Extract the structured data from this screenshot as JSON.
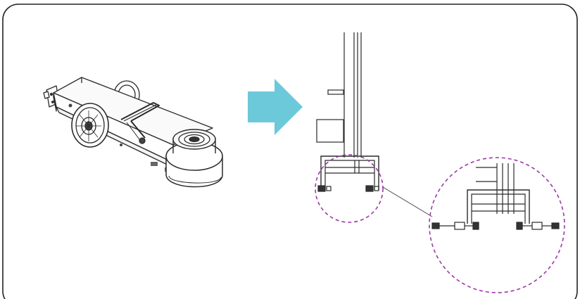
{
  "figure": {
    "frame_color": "#222222",
    "line_color": "#2a2a2a",
    "arrow_color": "#6cc9da",
    "callout_color": "#9b3aa6",
    "callout_style": "dashed",
    "icons": [
      "machine-base-illustration",
      "right-arrow-icon",
      "frame-side-view",
      "callout-circle",
      "magnified-detail"
    ]
  }
}
